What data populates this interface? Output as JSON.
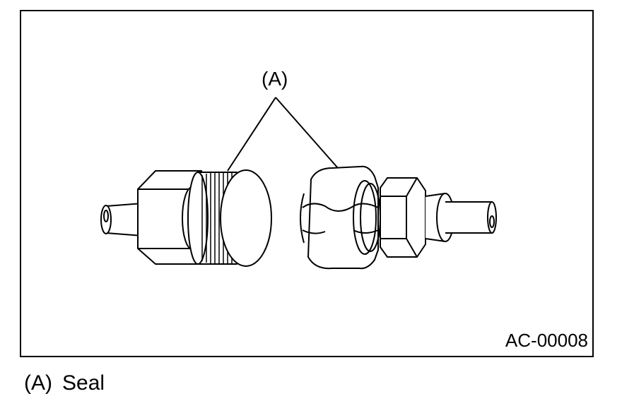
{
  "figure": {
    "callout_label": "(A)",
    "figure_id": "AC-00008"
  },
  "legend": {
    "items": [
      {
        "key": "(A)",
        "text": "Seal"
      }
    ]
  }
}
